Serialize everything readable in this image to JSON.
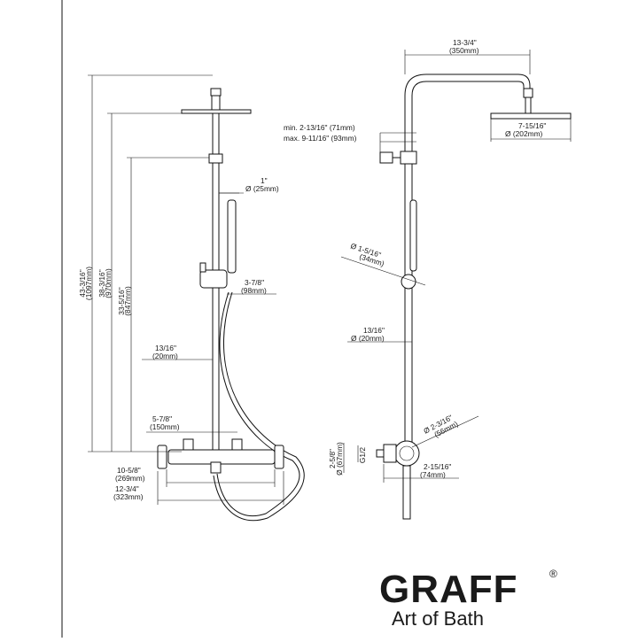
{
  "front_view": {
    "heights": [
      {
        "in": "43-3/16\"",
        "mm": "(1097mm)"
      },
      {
        "in": "38-3/16\"",
        "mm": "(970mm)"
      },
      {
        "in": "33-5/16\"",
        "mm": "(847mm)"
      }
    ],
    "hand_shower_dia": {
      "in": "1\"",
      "mm": "Ø (25mm)"
    },
    "slider_depth": {
      "in": "3-7/8\"",
      "mm": "(98mm)"
    },
    "pipe_offset": {
      "in": "13/16\"",
      "mm": "(20mm)"
    },
    "inlet_centers": {
      "in": "5-7/8\"",
      "mm": "(150mm)"
    },
    "width_inner": {
      "in": "10-5/8\"",
      "mm": "(269mm)"
    },
    "width_outer": {
      "in": "12-3/4\"",
      "mm": "(323mm)"
    }
  },
  "side_view": {
    "arm_reach": {
      "in": "13-3/4\"",
      "mm": "(350mm)"
    },
    "head_dia": {
      "in": "7-15/16\"",
      "mm": "Ø (202mm)"
    },
    "wall_min": "min. 2-13/16\" (71mm)",
    "wall_max": "max. 9-11/16\" (93mm)",
    "slider_dia": {
      "in": "Ø 1-5/16\"",
      "mm": "(34mm)"
    },
    "pipe_dia": {
      "in": "13/16\"",
      "mm": "Ø (20mm)"
    },
    "body_dia": {
      "in": "Ø 2-3/16\"",
      "mm": "(56mm)"
    },
    "flange_dia": {
      "in": "2-5/8\"",
      "mm": "Ø (67mm)"
    },
    "thread": "G1/2",
    "body_projection": {
      "in": "2-15/16\"",
      "mm": "(74mm)"
    }
  },
  "brand": {
    "logo": "GRAFF",
    "registered": "®",
    "tagline": "Art of Bath"
  }
}
